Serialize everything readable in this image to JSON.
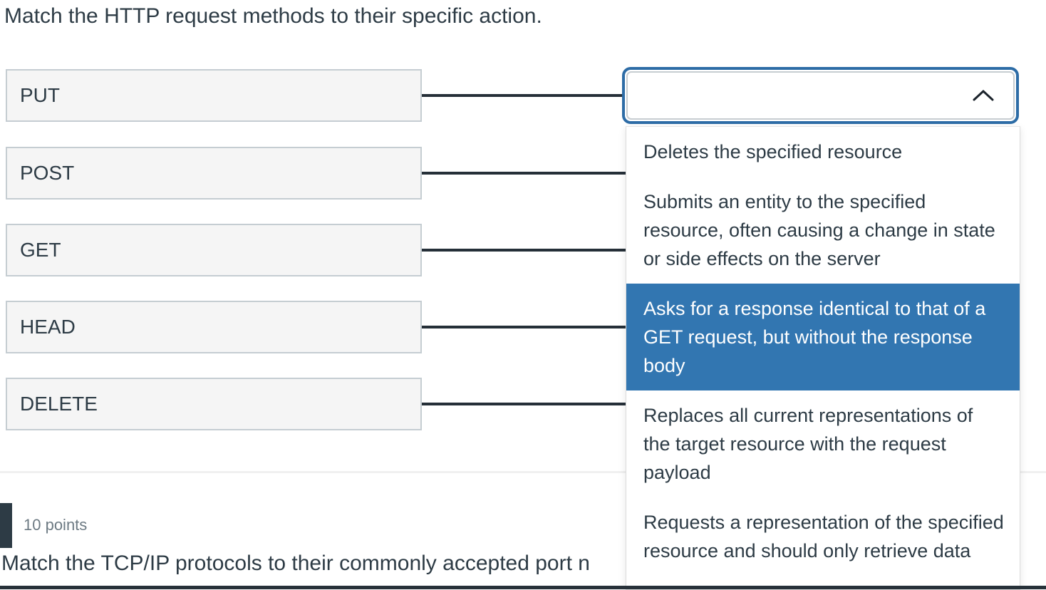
{
  "question": {
    "prompt": "Match the HTTP request methods to their specific action.",
    "methods": [
      "PUT",
      "POST",
      "GET",
      "HEAD",
      "DELETE"
    ],
    "dropdown": {
      "selected_value": "",
      "options": [
        "Deletes the specified resource",
        "Submits an entity to the specified resource, often causing a change in state or side effects on the server",
        "Asks for a response identical to that of a GET request, but without the response body",
        "Replaces all current representations of the target resource with the request payload",
        "Requests a representation of the specified resource and should only retrieve data"
      ],
      "highlighted_option": "Asks for a response identical to that of a GET request, but without the response body",
      "highlighted_index": 2
    }
  },
  "next_question": {
    "points_label": "10 points",
    "prompt_visible": "Match the TCP/IP protocols to their commonly accepted port n"
  },
  "icons": {
    "chevron_up": "chevron-up-icon"
  },
  "colors": {
    "text_dark": "#2d3b45",
    "box_fill": "#f5f5f5",
    "box_border": "#c5cdd2",
    "connector": "#252f38",
    "focus_ring_blue": "#2d6ca6",
    "highlight_blue": "#3276b1",
    "points_gray": "#6d7a83"
  }
}
